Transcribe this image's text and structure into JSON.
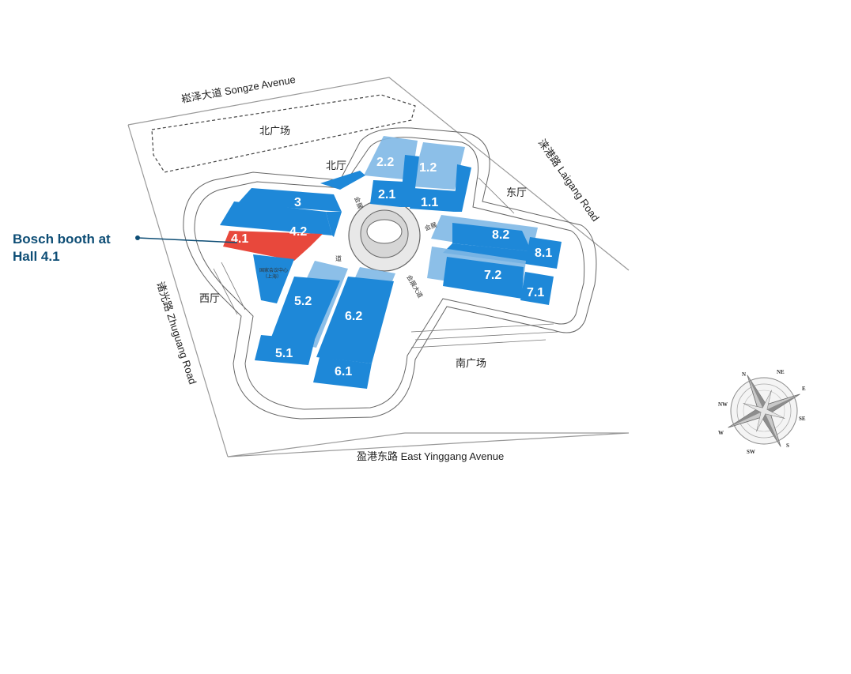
{
  "roads": {
    "north": "崧泽大道  Songze Avenue",
    "east": "涞港路  Laigang Road",
    "south": "盈港东路  East Yinggang Avenue",
    "west": "诸光路  Zhuguang Road"
  },
  "areas": {
    "north_plaza": "北广场",
    "north_hall": "北厅",
    "east_hall": "东厅",
    "west_hall": "西厅",
    "south_plaza": "南广场",
    "convention_center": "国家会议中心",
    "convention_center_sub": "（上海）",
    "boulevard_ne": "会展",
    "boulevard_e": "会展",
    "boulevard_se": "会展大道",
    "boulevard_w": "道"
  },
  "halls": [
    {
      "id": "1.1",
      "label": "1.1"
    },
    {
      "id": "1.2",
      "label": "1.2"
    },
    {
      "id": "2.1",
      "label": "2.1"
    },
    {
      "id": "2.2",
      "label": "2.2"
    },
    {
      "id": "3",
      "label": "3"
    },
    {
      "id": "4.1",
      "label": "4.1",
      "highlighted": true
    },
    {
      "id": "4.2",
      "label": "4.2"
    },
    {
      "id": "5.1",
      "label": "5.1"
    },
    {
      "id": "5.2",
      "label": "5.2"
    },
    {
      "id": "6.1",
      "label": "6.1"
    },
    {
      "id": "6.2",
      "label": "6.2"
    },
    {
      "id": "7.1",
      "label": "7.1"
    },
    {
      "id": "7.2",
      "label": "7.2"
    },
    {
      "id": "8.1",
      "label": "8.1"
    },
    {
      "id": "8.2",
      "label": "8.2"
    }
  ],
  "callout": {
    "line1": "Bosch booth at",
    "line2": "Hall 4.1"
  },
  "compass": {
    "N": "N",
    "NE": "NE",
    "E": "E",
    "SE": "SE",
    "S": "S",
    "SW": "SW",
    "W": "W",
    "NW": "NW"
  },
  "colors": {
    "hall_blue": "#1e88d8",
    "hall_light": "#7fb8e6",
    "highlight_red": "#e8483c",
    "callout_text": "#0d4d75",
    "site_outline": "#888888"
  }
}
